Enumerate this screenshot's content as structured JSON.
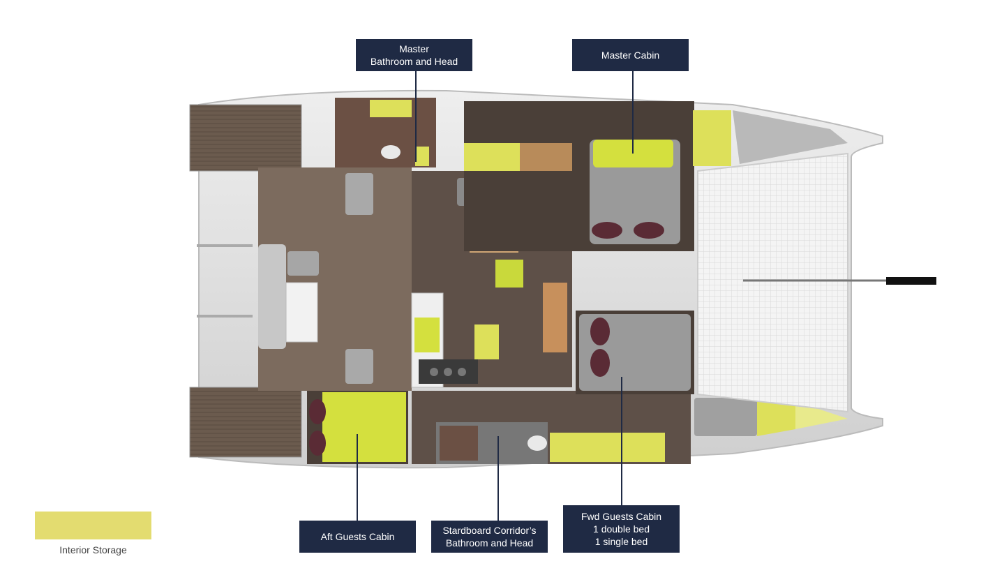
{
  "callouts": {
    "master_bathroom": {
      "line1": "Master",
      "line2": "Bathroom and Head"
    },
    "master_cabin": {
      "line1": "Master Cabin"
    },
    "aft_guests_cabin": {
      "line1": "Aft Guests Cabin"
    },
    "starboard_bathroom": {
      "line1": "Stardboard Corridor’s",
      "line2": "Bathroom and Head"
    },
    "fwd_guests_cabin": {
      "line1": "Fwd Guests Cabin",
      "line2": "1 double bed",
      "line3": "1 single bed"
    }
  },
  "legend": {
    "label": "Interior Storage",
    "color": "#e3dc70"
  },
  "colors": {
    "callout_bg": "#1f2a44",
    "storage_yellow": "#dde05a",
    "floor_wood": "#5a4c42",
    "hull_grey": "#d6d6d6"
  }
}
